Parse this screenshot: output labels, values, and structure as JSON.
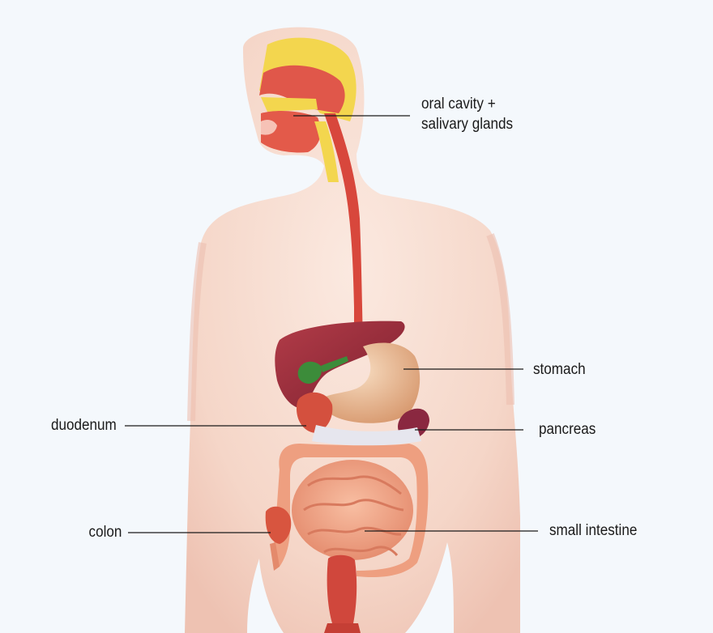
{
  "labels": {
    "oral_cavity_line1": "oral cavity +",
    "oral_cavity_line2": "salivary glands",
    "stomach": "stomach",
    "duodenum": "duodenum",
    "pancreas": "pancreas",
    "colon": "colon",
    "small_intestine": "small intestine"
  },
  "colors": {
    "background": "#f4f8fc",
    "skin": "#f6dcd0",
    "skin_shade": "#ecc0b0",
    "esophagus": "#d8473c",
    "liver": "#9a2d3a",
    "gallbladder": "#3c8c3a",
    "stomach": "#e8b58e",
    "pancreas": "#8a2840",
    "intestine": "#f2a688",
    "colon": "#ee9f80",
    "salivary": "#f3d64e",
    "leader_line": "#1a1a1a"
  }
}
